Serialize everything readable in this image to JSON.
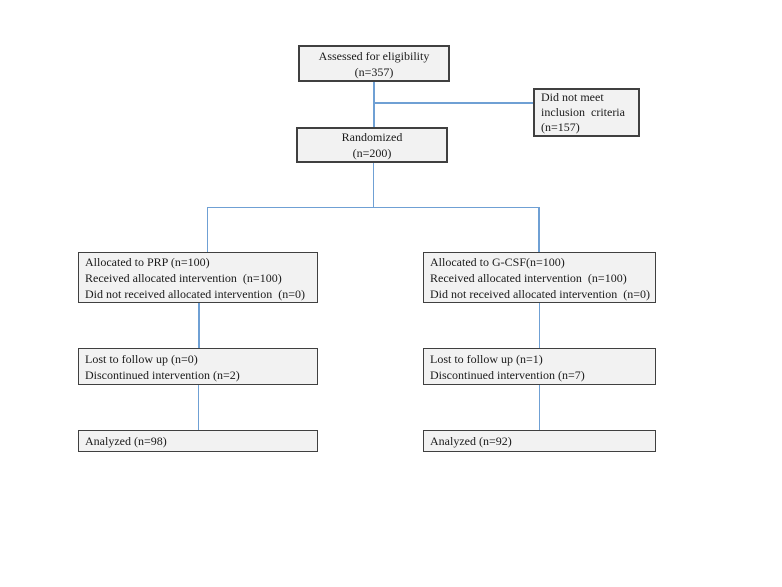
{
  "diagram": {
    "type": "consort-flow",
    "colors": {
      "background": "#ffffff",
      "box_fill": "#f2f2f2",
      "box_border": "#404040",
      "connector": "#6fa0d4",
      "text": "#1a1a1a"
    },
    "assessed": {
      "lines": [
        "Assessed for eligibility",
        "(n=357)"
      ]
    },
    "excluded": {
      "lines": [
        "Did not meet",
        "inclusion  criteria",
        "(n=157)"
      ]
    },
    "randomized": {
      "lines": [
        "Randomized",
        "(n=200)"
      ]
    },
    "allocation_left": {
      "lines": [
        "Allocated to PRP (n=100)",
        "Received allocated intervention  (n=100)",
        "Did not received allocated intervention  (n=0)"
      ]
    },
    "allocation_right": {
      "lines": [
        "Allocated to G-CSF(n=100)",
        "Received allocated intervention  (n=100)",
        "Did not received allocated intervention  (n=0)"
      ]
    },
    "followup_left": {
      "lines": [
        "Lost to follow up (n=0)",
        "Discontinued intervention (n=2)"
      ]
    },
    "followup_right": {
      "lines": [
        "Lost to follow up (n=1)",
        "Discontinued intervention (n=7)"
      ]
    },
    "analyzed_left": {
      "lines": [
        "Analyzed (n=98)"
      ]
    },
    "analyzed_right": {
      "lines": [
        "Analyzed (n=92)"
      ]
    }
  }
}
